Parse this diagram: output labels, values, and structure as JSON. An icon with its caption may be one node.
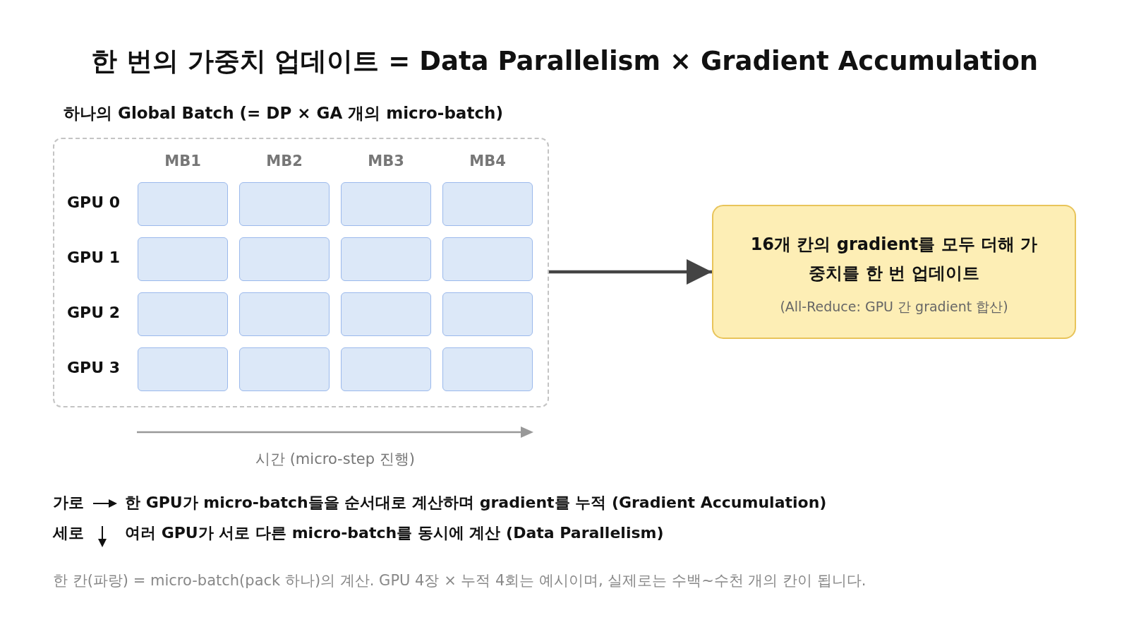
{
  "diagram": {
    "title": "한 번의 가중치 업데이트 = Data Parallelism × Gradient Accumulation",
    "caption": "한 칸(파랑) = micro-batch(pack 하나)의 계산. GPU 4장 × 누적 4회는 예시이며, 실제로는 수백~수천 개의 칸이 됩니다.",
    "nodes": [
      {
        "text": [
          "하나의 Global Batch (= DP × GA 개의 micro-batch)"
        ]
      },
      {
        "text": [],
        "shape": "box",
        "in": 0
      },
      {
        "text": [],
        "shape": "box",
        "in": 0
      },
      {
        "text": [],
        "shape": "box",
        "in": 0
      },
      {
        "text": [],
        "shape": "box",
        "in": 0
      },
      {
        "text": [],
        "shape": "box",
        "in": 0
      },
      {
        "text": [],
        "shape": "box",
        "in": 0
      },
      {
        "text": [],
        "shape": "box",
        "in": 0
      },
      {
        "text": [],
        "shape": "box",
        "in": 0
      },
      {
        "text": [],
        "shape": "box",
        "in": 0
      },
      {
        "text": [],
        "shape": "box",
        "in": 0
      },
      {
        "text": [],
        "shape": "box",
        "in": 0
      },
      {
        "text": [],
        "shape": "box",
        "in": 0
      },
      {
        "text": [],
        "shape": "box",
        "in": 0
      },
      {
        "text": [],
        "shape": "box",
        "in": 0
      },
      {
        "text": [],
        "shape": "box",
        "in": 0
      },
      {
        "text": [],
        "shape": "box",
        "in": 0
      },
      {
        "text": [
          "16개 칸의 gradient를 모두 더해 가중치를 한 번 업데이트",
          "(All-Reduce: GPU 간 gradient 합산)"
        ]
      }
    ],
    "edges": [
      {
        "from": 0,
        "to": 17,
        "arrow": "to"
      }
    ],
    "labels": [
      "MB1",
      "MB2",
      "MB3",
      "MB4",
      "GPU 0",
      "GPU 1",
      "GPU 2",
      "GPU 3",
      "시간 (micro-step 진행)",
      "가로",
      "한 GPU가 micro-batch들을 순서대로 계산하며 gradient를 누적 (Gradient Accumulation)",
      "세로",
      "여러 GPU가 서로 다른 micro-batch를 동시에 계산 (Data Parallelism)"
    ]
  }
}
